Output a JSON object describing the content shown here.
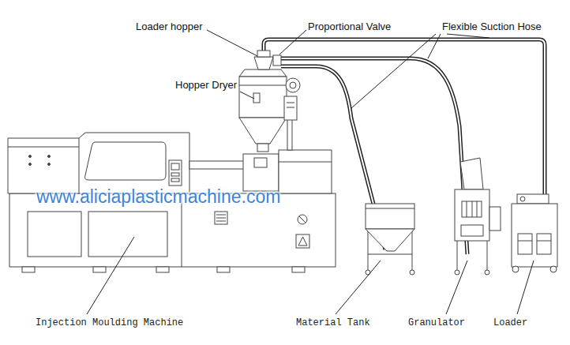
{
  "diagram": {
    "labels": [
      "Loader hopper",
      "Proportional Valve",
      "Flexible Suction Hose",
      "Hopper Dryer",
      "www.aliciaplasticmachine.com",
      "Injection Moulding Machine",
      "Material Tank",
      "Granulator",
      "Loader"
    ]
  }
}
